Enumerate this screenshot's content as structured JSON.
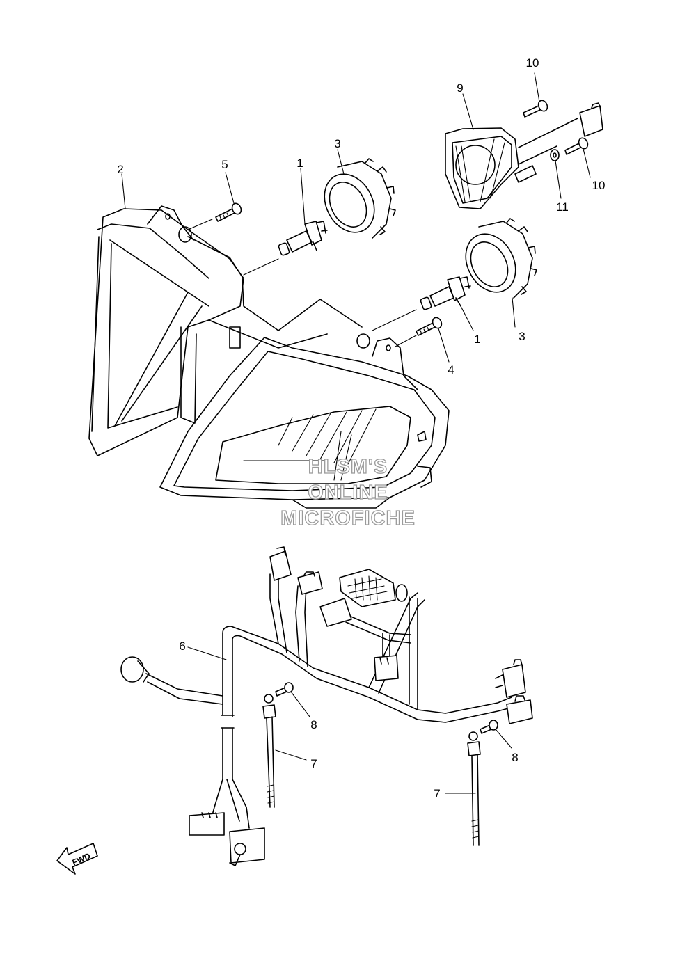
{
  "watermark": {
    "line1": "HLSM'S",
    "line2": "ONLINE",
    "line3": "MICROFICHE"
  },
  "fwd_label": "FWD",
  "callouts": {
    "c1a": "1",
    "c1b": "1",
    "c2": "2",
    "c3a": "3",
    "c3b": "3",
    "c4": "4",
    "c5": "5",
    "c6": "6",
    "c7a": "7",
    "c7b": "7",
    "c8a": "8",
    "c8b": "8",
    "c9": "9",
    "c10a": "10",
    "c10b": "10",
    "c11": "11"
  }
}
